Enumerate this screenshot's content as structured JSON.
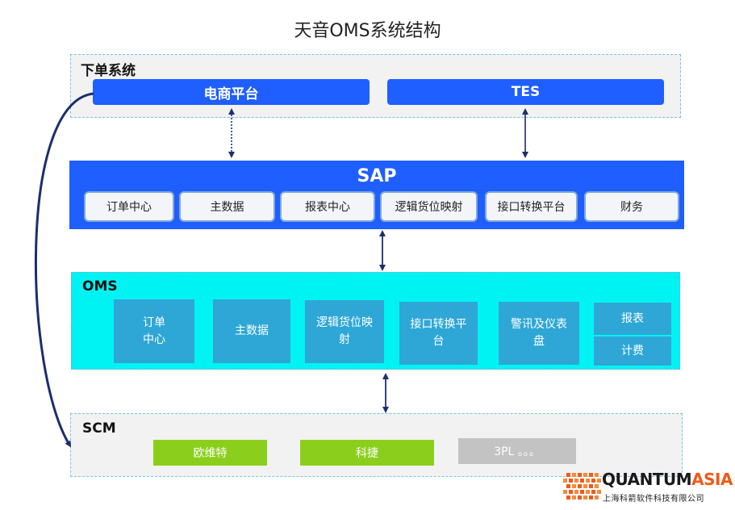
{
  "title": "天音OMS系统结构",
  "order_layer": {
    "label": "下单系统",
    "systems": [
      "电商平台",
      "TES"
    ]
  },
  "sap_layer": {
    "label": "SAP",
    "modules": [
      "订单中心",
      "主数据",
      "报表中心",
      "逻辑货位映射",
      "接口转换平台",
      "财务"
    ]
  },
  "oms_layer": {
    "label": "OMS",
    "modules": [
      "订单\n中心",
      "主数据",
      "逻辑货位映\n射",
      "接口转换平\n台",
      "警讯及仪表\n盘"
    ],
    "stacked_modules": [
      "报表",
      "计费"
    ]
  },
  "scm_layer": {
    "label": "SCM",
    "vendors": [
      "欧维特",
      "科捷",
      "3PL 。。。"
    ]
  },
  "logo": {
    "name_part1": "QUANTUM",
    "name_part2": "ASIA",
    "company": "上海科箭软件科技有限公司"
  },
  "colors": {
    "primary_blue": "#1f5eff",
    "oms_cyan": "#00f3f3",
    "oms_module": "#2ea7d6",
    "scm_green": "#8bcf1c",
    "scm_gray": "#c3c3c3",
    "arrow": "#1b2f6e",
    "logo_orange": "#f05a1a"
  }
}
